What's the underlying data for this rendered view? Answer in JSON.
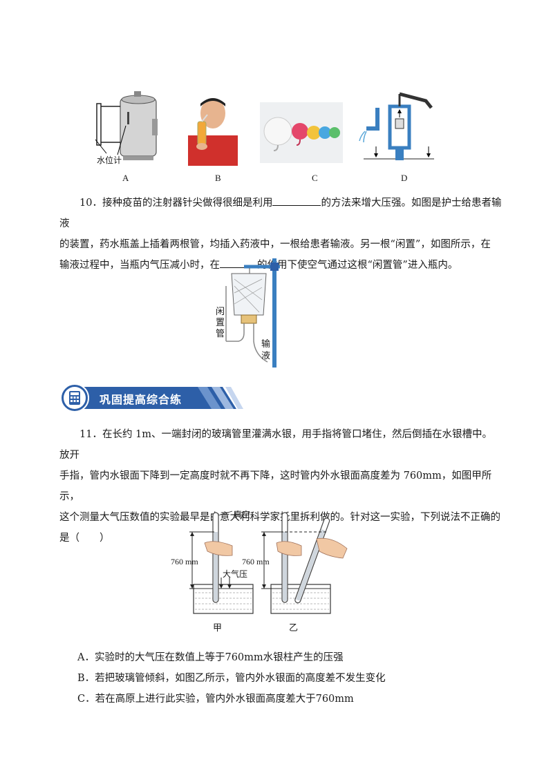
{
  "figure_top": {
    "panels": [
      {
        "letter": "A",
        "label": "水位计"
      },
      {
        "letter": "B"
      },
      {
        "letter": "C"
      },
      {
        "letter": "D"
      }
    ]
  },
  "q10": {
    "number": "10．",
    "line1_a": "接种疫苗的注射器针尖做得很细是利用",
    "line1_b": "的方法来增大压强。如图是护士给患者输液",
    "line2": "的装置，药水瓶盖上插着两根管，均插入药液中，一根给患者输液。另一根“闲置”，如图所示，在",
    "line3_a": "输液过程中，当瓶内气压减小时，在",
    "line3_b": "的作用下使空气通过这根“闲置管”进入瓶内。",
    "fig_label_idle": [
      "闲",
      "置",
      "管"
    ],
    "fig_label_infuse": [
      "输",
      "液"
    ]
  },
  "banner": {
    "title": "巩固提高综合练"
  },
  "q11": {
    "number": "11．",
    "line1": "在长约 1m、一端封闭的玻璃管里灌满水银，用手指将管口堵住，然后倒插在水银槽中。放开",
    "line2": "手指，管内水银面下降到一定高度时就不再下降，这时管内外水银面高度差为 760mm，如图甲所示，",
    "line3": "这个测量大气压数值的实验最早是由意大利科学家托里拆利做的。针对这一实验，下列说法不正确的",
    "line4": "是（　　）",
    "fig": {
      "vacuum": "真空",
      "height_left": "760 mm",
      "height_right": "760 mm",
      "atm": "大气压",
      "cap_left": "甲",
      "cap_right": "乙"
    },
    "options": [
      "A．实验时的大气压在数值上等于760mm水银柱产生的压强",
      "B．若把玻璃管倾斜，如图乙所示，管内外水银面的高度差不发生变化",
      "C．若在高原上进行此实验，管内外水银面高度差大于760mm"
    ]
  },
  "colors": {
    "banner_blue": "#2d5fa8",
    "pipe_blue": "#3a7fc0"
  }
}
